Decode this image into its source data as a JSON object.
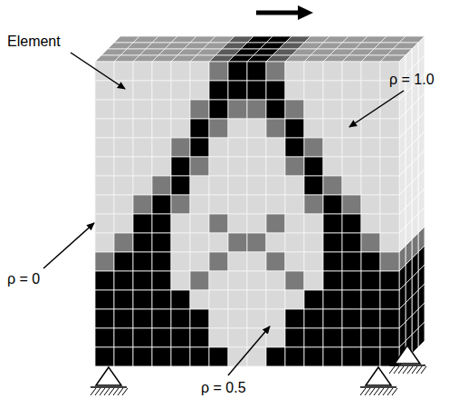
{
  "diagram": {
    "labels": [
      "Element",
      "ρ = 1.0",
      "ρ = 0",
      "ρ = 0.5"
    ]
  }
}
